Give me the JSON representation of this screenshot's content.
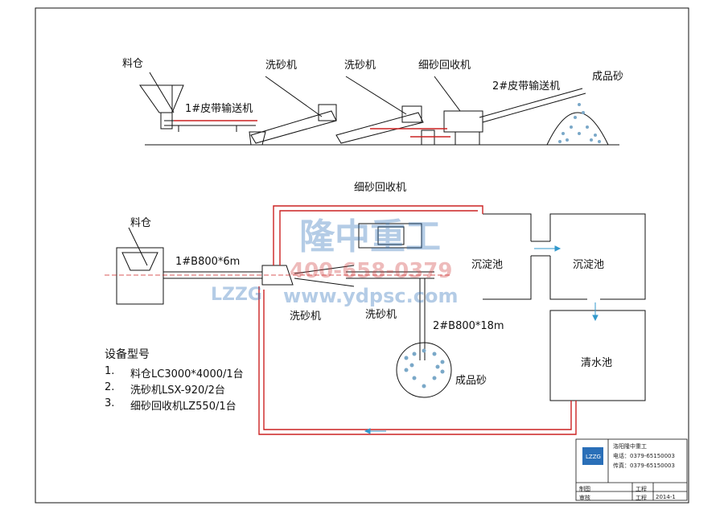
{
  "top_view": {
    "hopper": "料仓",
    "conveyor1": "1#皮带输送机",
    "washer_a": "洗砂机",
    "washer_b": "洗砂机",
    "recovery": "细砂回收机",
    "conveyor2": "2#皮带输送机",
    "product": "成品砂"
  },
  "plan_view": {
    "recovery": "细砂回收机",
    "hopper": "料仓",
    "belt1": "1#B800*6m",
    "tank1": "沉淀池",
    "tank2": "沉淀池",
    "washer_a": "洗砂机",
    "washer_b": "洗砂机",
    "belt2": "2#B800*18m",
    "clear_tank": "清水池",
    "product": "成品砂"
  },
  "equipment": {
    "heading": "设备型号",
    "items": [
      {
        "num": "1.",
        "text": "料仓LC3000*4000/1台"
      },
      {
        "num": "2.",
        "text": "洗砂机LSX-920/2台"
      },
      {
        "num": "3.",
        "text": "细砂回收机LZ550/1台"
      }
    ]
  },
  "watermark": {
    "brand": "隆中重工",
    "phone": "400-658-0379",
    "site": "www.ydpsc.com",
    "logo": "LZZG"
  },
  "title_block": {
    "company": "洛阳隆中重工",
    "phone_label": "电话：0379-65150003",
    "fax_label": "传真：0379-65150003",
    "logo_text": "LZZG",
    "cells": [
      "制图",
      "审核",
      "工程",
      "工程",
      "2014-1"
    ]
  },
  "colors": {
    "line": "#111111",
    "water_pipe": "#cc2222",
    "flow_arrow": "#3399cc",
    "watermark": "#2a6fb8",
    "watermark_red": "#d04040"
  }
}
